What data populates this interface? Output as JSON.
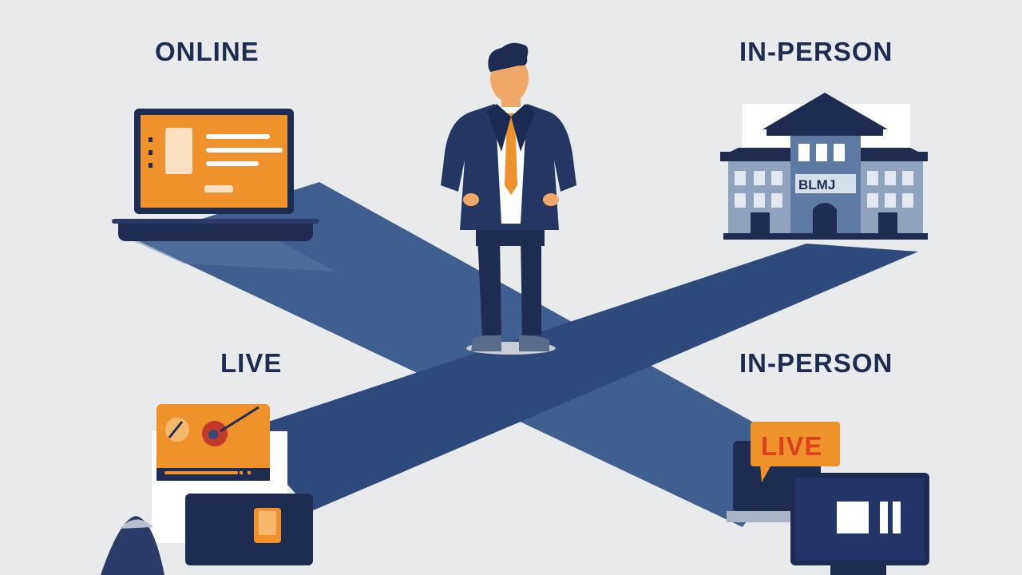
{
  "labels": {
    "online": "ONLINE",
    "in_person_top": "IN-PERSON",
    "live": "LIVE",
    "in_person_bottom": "IN-PERSON"
  },
  "live_badge": {
    "text": "LIVE"
  },
  "building": {
    "sign": "BLMJ"
  },
  "colors": {
    "navy": "#1f2c52",
    "blue": "#3f5d8c",
    "path": "#40608f",
    "orange": "#f0922b",
    "skin": "#f0a868",
    "background": "#e9eaec",
    "live_red": "#d9431c"
  }
}
